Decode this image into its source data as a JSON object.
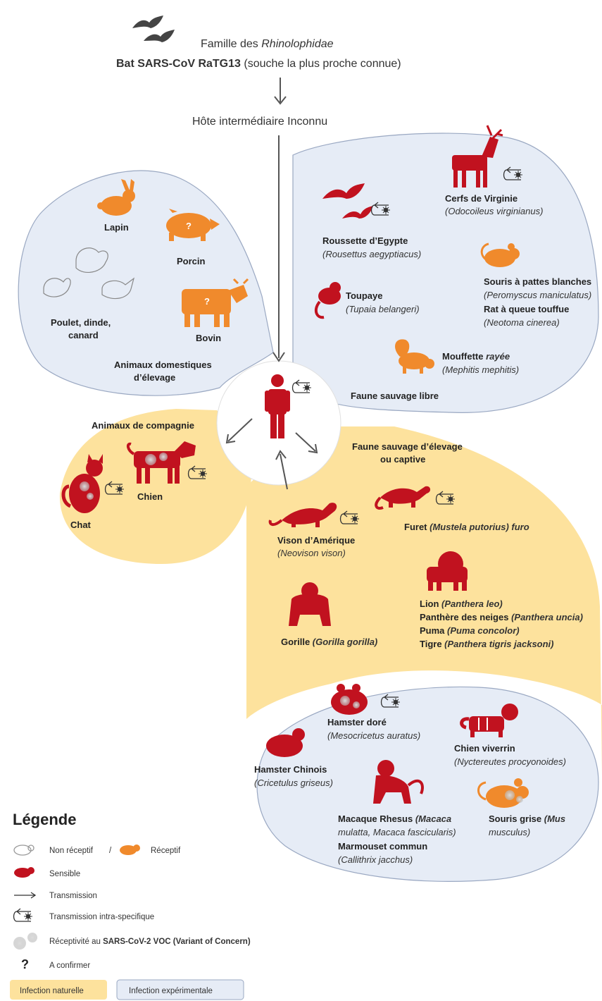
{
  "header": {
    "family_prefix": "Famille des ",
    "family_name": "Rhinolophidae",
    "strain_bold": "Bat SARS-CoV RaTG13",
    "strain_note": " (souche la plus proche connue)",
    "intermediate": "Hôte intermédiaire Inconnu"
  },
  "domestic": {
    "title_line1": "Animaux domestiques",
    "title_line2": "d’élevage",
    "rabbit": "Lapin",
    "pig": "Porcin",
    "poultry_line1": "Poulet, dinde,",
    "poultry_line2": "canard",
    "cattle": "Bovin",
    "question": "?"
  },
  "wild_free": {
    "title": "Faune sauvage libre",
    "deer_name": "Cerfs de Virginie",
    "deer_latin": "(Odocoileus virginianus)",
    "bat_name": "Roussette d’Egypte",
    "bat_latin": "(Rousettus aegyptiacus)",
    "mouse_name": "Souris à pattes blanches",
    "mouse_latin": "(Peromyscus maniculatus)",
    "tree_shrew_name": "Toupaye",
    "tree_shrew_latin": "(Tupaia belangeri)",
    "rat_name": "Rat à queue touffue",
    "rat_latin": "(Neotoma cinerea)",
    "skunk_name": "Mouffette ",
    "skunk_name_it": "rayée",
    "skunk_latin": "(Mephitis mephitis)"
  },
  "pets": {
    "title": "Animaux de compagnie",
    "dog": "Chien",
    "cat": "Chat"
  },
  "captive": {
    "title_line1": "Faune sauvage d’élevage",
    "title_line2": "ou captive",
    "mink_name": "Vison d’Amérique",
    "mink_latin": "(Neovison vison)",
    "ferret_name": "Furet ",
    "ferret_latin": "(Mustela putorius) furo",
    "lion_name": "Lion ",
    "lion_latin": "(Panthera leo)",
    "snow_leopard_name": "Panthère des neiges ",
    "snow_leopard_latin": "(Panthera uncia)",
    "puma_name": "Puma ",
    "puma_latin": "(Puma concolor)",
    "tiger_name": "Tigre ",
    "tiger_latin": "(Panthera tigris jacksoni)",
    "gorilla_name": "Gorille ",
    "gorilla_latin": "(Gorilla gorilla)"
  },
  "experimental": {
    "golden_hamster_name": "Hamster doré",
    "golden_hamster_latin": "(Mesocricetus auratus)",
    "raccoon_dog_name": "Chien viverrin",
    "raccoon_dog_latin": "(Nyctereutes procyonoides)",
    "chinese_hamster_name": "Hamster Chinois",
    "chinese_hamster_latin": "(Cricetulus griseus)",
    "macaque_name": "Macaque Rhesus ",
    "macaque_latin1": "(Macaca",
    "macaque_latin2": "mulatta, Macaca fascicularis)",
    "marmoset_name": "Marmouset commun",
    "marmoset_latin": "(Callithrix jacchus)",
    "grey_mouse_name": "Souris grise ",
    "grey_mouse_latin1": "(Mus",
    "grey_mouse_latin2": "musculus)"
  },
  "legend": {
    "title": "Légende",
    "non_receptive": "Non réceptif",
    "slash": "/",
    "receptive": "Réceptif",
    "sensitive": "Sensible",
    "transmission": "Transmission",
    "intra_transmission": "Transmission intra-specifique",
    "voc_prefix": "Réceptivité au ",
    "voc_bold": "SARS-CoV-2 VOC (Variant of Concern)",
    "question_mark": "?",
    "to_confirm": "A confirmer",
    "natural": "Infection naturelle",
    "experimental": "Infection expérimentale"
  },
  "colors": {
    "sensitive_red": "#c1121f",
    "receptive_orange": "#f08a2c",
    "natural_bg": "#fde29d",
    "experimental_bg": "#e6ecf6",
    "outline": "#9aa8c2"
  }
}
